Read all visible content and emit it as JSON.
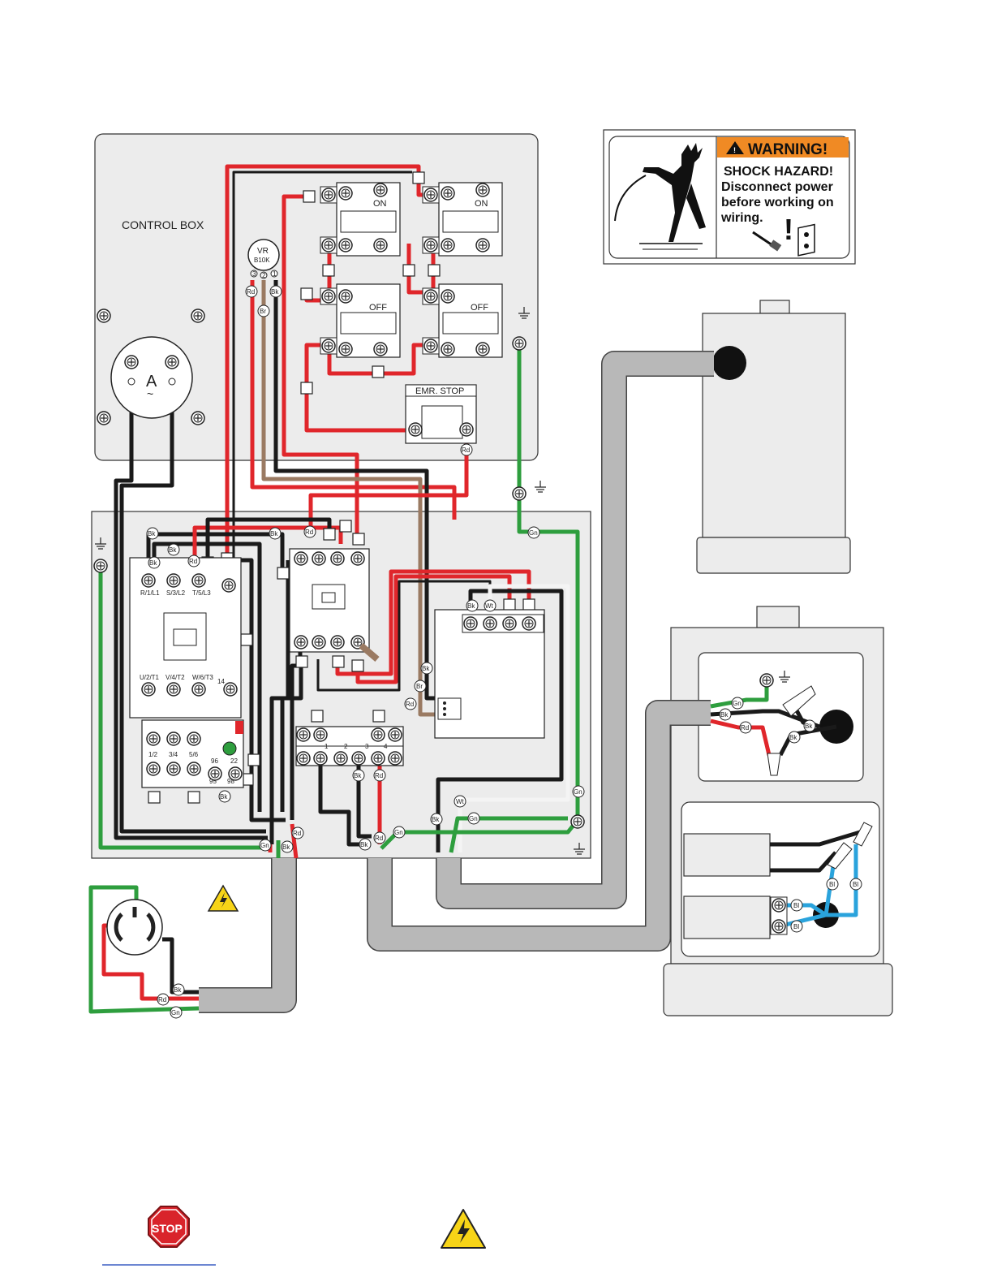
{
  "diagram": {
    "control_box_label": "CONTROL BOX",
    "ammeter": {
      "letter": "A",
      "symbol": "~"
    },
    "potentiometer": {
      "line1": "VR",
      "line2": "B10K",
      "pins": [
        "3",
        "2",
        "1"
      ]
    },
    "switches": {
      "on_label": "ON",
      "off_label": "OFF"
    },
    "emr_stop_label": "EMR. STOP",
    "contactor_terminals": {
      "top": [
        "R/1/L1",
        "S/3/L2",
        "T/5/L3"
      ],
      "bottom": [
        "U/2/T1",
        "V/4/T2",
        "W/6/T3"
      ]
    },
    "overload_terminals": [
      "1/2",
      "3/4",
      "5/6"
    ],
    "overload_aux": {
      "a": "14",
      "b": "96",
      "c": "98",
      "d": "22",
      "e": "95"
    },
    "terminal_block_numbers": [
      "1",
      "2",
      "3",
      "4"
    ],
    "wire_codes": {
      "black": "Bk",
      "red": "Rd",
      "green": "Gn",
      "brown": "Br",
      "white": "Wt",
      "blue": "Bl"
    },
    "colors": {
      "black": "#1a1a1a",
      "red": "#e0262b",
      "green": "#2e9e3e",
      "brown": "#9a7a62",
      "white": "#f4f4f4",
      "blue": "#2aa3dc",
      "conduit": "#b8b8b8",
      "panel": "#ececec",
      "warning_orange": "#f08a24"
    }
  },
  "warning_label": {
    "header": "WARNING!",
    "lines": [
      "SHOCK HAZARD!",
      "Disconnect power",
      "before working on",
      "wiring."
    ],
    "mark": "!"
  },
  "icons": [
    "ground-symbol-icon",
    "electrical-hazard-icon",
    "stop-sign-icon",
    "plug-icon",
    "outlet-icon"
  ],
  "footer": {
    "stop_text": "STOP"
  }
}
